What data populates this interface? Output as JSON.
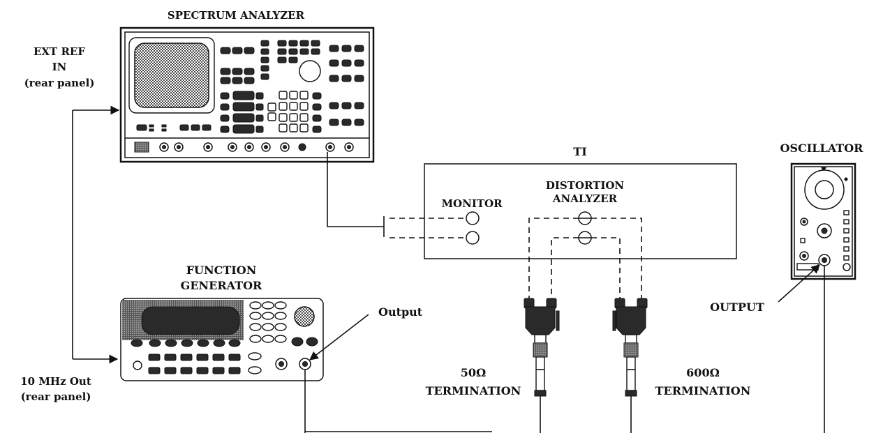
{
  "labels": {
    "spectrum_analyzer": "SPECTRUM ANALYZER",
    "ext_ref_in": [
      "EXT REF",
      "IN",
      "(rear panel)"
    ],
    "ti": "TI",
    "oscillator": "OSCILLATOR",
    "monitor": "MONITOR",
    "distortion_analyzer": [
      "DISTORTION",
      "ANALYZER"
    ],
    "function_generator": [
      "FUNCTION",
      "GENERATOR"
    ],
    "fg_output": "Output",
    "osc_output": "OUTPUT",
    "ten_mhz_out": [
      "10 MHz Out",
      "(rear panel)"
    ],
    "term_50": [
      "50Ω",
      "TERMINATION"
    ],
    "term_600": [
      "600Ω",
      "TERMINATION"
    ]
  },
  "colors": {
    "ink": "#111111",
    "fill": "#ffffff",
    "shade": "#2a2a2a"
  }
}
